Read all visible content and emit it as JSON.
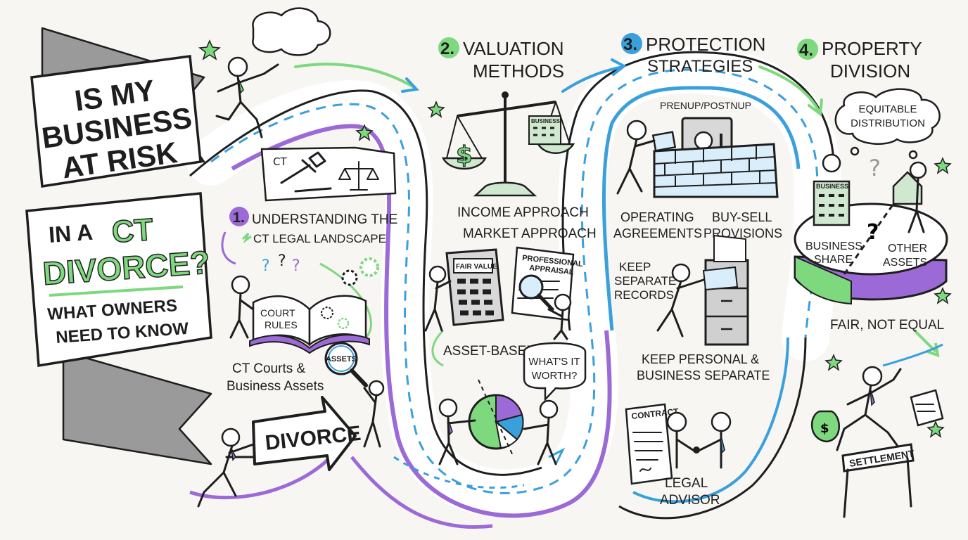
{
  "colors": {
    "green": "#7ed87e",
    "purple": "#9b6ad6",
    "blue": "#3aa0dc",
    "ink": "#1e1e1e",
    "banner_grey": "#9a9a9a"
  },
  "banner": {
    "title_line1": "IS MY",
    "title_line2": "BUSINESS",
    "title_line3": "AT RISK",
    "in_a": "IN A",
    "ct": "CT",
    "divorce": "DIVORCE?",
    "sub_line1": "WHAT OWNERS",
    "sub_line2": "NEED TO KNOW"
  },
  "step1": {
    "number": "1.",
    "title_line1": "UNDERSTANDING THE",
    "title_line2": "CT LEGAL LANDSCAPE",
    "map_label": "CT",
    "book_line1": "COURT",
    "book_line2": "RULES",
    "caption_line1": "CT Courts &",
    "caption_line2": "Business Assets",
    "magnifier_label": "ASSETS",
    "arrow_label": "DIVORCE"
  },
  "step2": {
    "number": "2.",
    "title_line1": "VALUATION",
    "title_line2": "METHODS",
    "building_label": "BUSINESS",
    "income": "INCOME APPROACH",
    "market": "MARKET APPROACH",
    "calc_label": "FAIR VALUE",
    "appraisal_line1": "PROFESSIONAL",
    "appraisal_line2": "APPRAISAL",
    "asset_based": "ASSET-BASED",
    "bubble_line1": "WHAT'S IT",
    "bubble_line2": "WORTH?"
  },
  "step3": {
    "number": "3.",
    "title_line1": "PROTECTION",
    "title_line2": "STRATEGIES",
    "prenup": "PRENUP/POSTNUP",
    "operating_line1": "OPERATING",
    "operating_line2": "AGREEMENTS",
    "buysell_line1": "BUY-SELL",
    "buysell_line2": "PROVISIONS",
    "records_line1": "KEEP",
    "records_line2": "SEPARATE",
    "records_line3": "RECORDS",
    "personal_line1": "KEEP PERSONAL &",
    "personal_line2": "BUSINESS SEPARATE",
    "contract": "CONTRACT",
    "advisor_line1": "LEGAL",
    "advisor_line2": "ADVISOR"
  },
  "step4": {
    "number": "4.",
    "title_line1": "PROPERTY",
    "title_line2": "DIVISION",
    "cloud_line1": "EQUITABLE",
    "cloud_line2": "DISTRIBUTION",
    "building_label": "BUSINESS",
    "share_line1": "BUSINESS",
    "share_line2": "SHARE",
    "other_line1": "OTHER",
    "other_line2": "ASSETS",
    "question": "?",
    "fair": "FAIR, NOT EQUAL",
    "settlement": "SETTLEMENT",
    "money_symbol": "$"
  }
}
